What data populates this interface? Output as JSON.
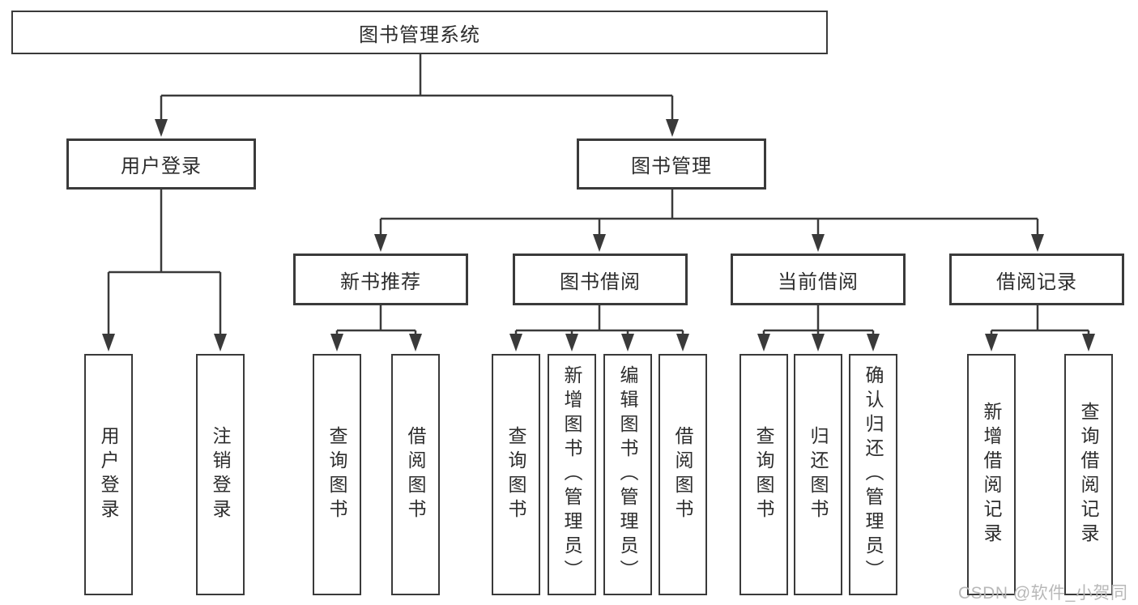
{
  "tree": {
    "root": "图书管理系统",
    "children": [
      {
        "label": "用户登录",
        "children": [
          "用户登录",
          "注销登录"
        ]
      },
      {
        "label": "图书管理",
        "children": [
          {
            "label": "新书推荐",
            "children": [
              "查询图书",
              "借阅图书"
            ]
          },
          {
            "label": "图书借阅",
            "children": [
              "查询图书",
              "新增图书（管理员）",
              "编辑图书（管理员）",
              "借阅图书"
            ]
          },
          {
            "label": "当前借阅",
            "children": [
              "查询图书",
              "归还图书",
              "确认归还（管理员）"
            ]
          },
          {
            "label": "借阅记录",
            "children": [
              "新增借阅记录",
              "查询借阅记录"
            ]
          }
        ]
      }
    ]
  },
  "watermark": {
    "text": "CSDN @软件_小贺同学"
  },
  "colors": {
    "line": "#3a3a3a",
    "box_border": "#3a3a3a",
    "text": "#2d2d2d",
    "watermark": "#b5b5b5",
    "background": "#ffffff"
  }
}
